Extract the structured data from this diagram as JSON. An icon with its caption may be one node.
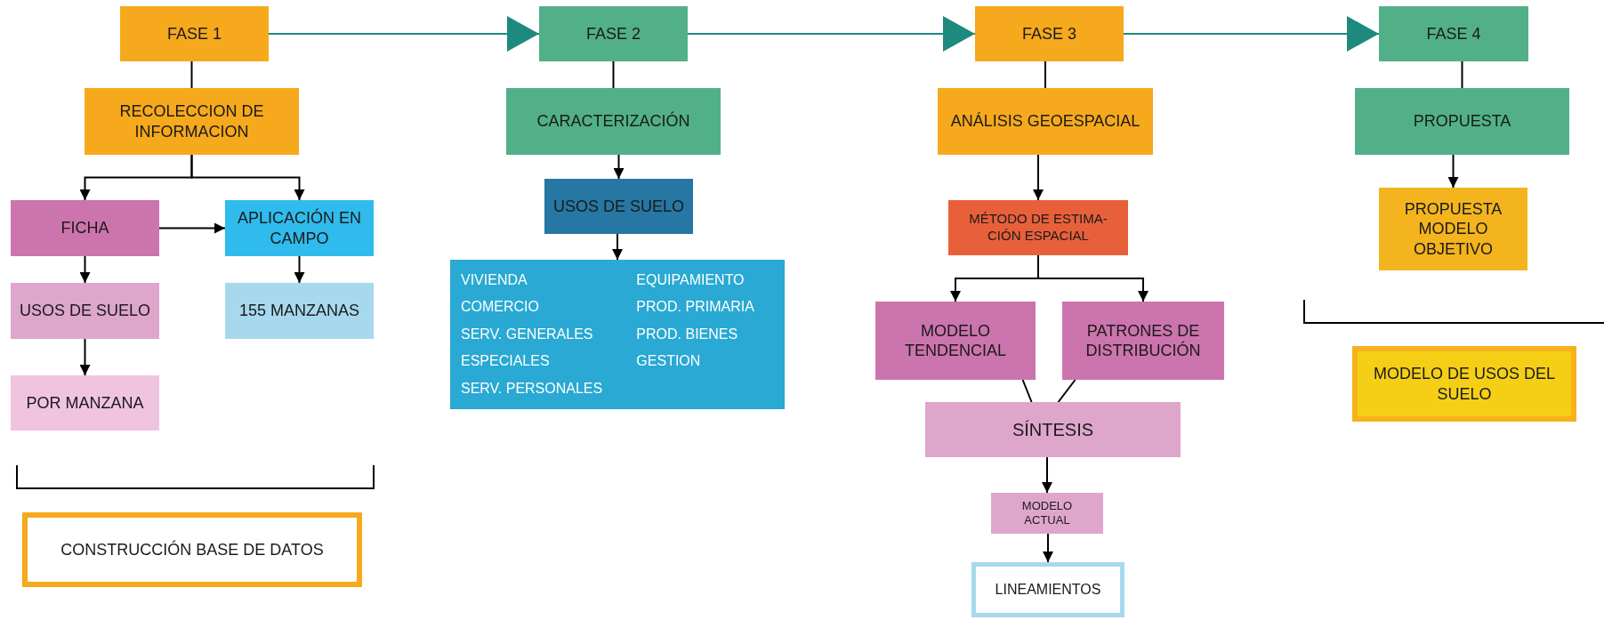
{
  "diagram": {
    "nodes": [
      {
        "text": [
          "FASE 1"
        ]
      },
      {
        "text": [
          "RECOLECCION DE INFORMACION"
        ]
      },
      {
        "text": [
          "FICHA"
        ]
      },
      {
        "text": [
          "APLICACIÓN EN CAMPO"
        ]
      },
      {
        "text": [
          "USOS DE SUELO"
        ]
      },
      {
        "text": [
          "155 MANZANAS"
        ]
      },
      {
        "text": [
          "POR MANZANA"
        ]
      },
      {
        "text": [
          "CONSTRUCCIÓN BASE DE DATOS"
        ]
      },
      {
        "text": [
          "FASE 2"
        ]
      },
      {
        "text": [
          "CARACTERIZACIÓN"
        ]
      },
      {
        "text": [
          "USOS DE SUELO"
        ]
      },
      {
        "text": [
          "VIVIENDA",
          "COMERCIO",
          "SERV. GENERALES",
          "ESPECIALES",
          "SERV. PERSONALES",
          "EQUIPAMIENTO",
          "PROD. PRIMARIA",
          "PROD. BIENES",
          "GESTION"
        ]
      },
      {
        "text": [
          "FASE 3"
        ]
      },
      {
        "text": [
          "ANÁLISIS GEOESPACIAL"
        ]
      },
      {
        "text": [
          "MÉTODO DE ESTIMA- CIÓN ESPACIAL"
        ]
      },
      {
        "text": [
          "MODELO TENDENCIAL"
        ]
      },
      {
        "text": [
          "PATRONES DE DISTRIBUCIÓN"
        ]
      },
      {
        "text": [
          "SÍNTESIS"
        ]
      },
      {
        "text": [
          "MODELO ACTUAL"
        ]
      },
      {
        "text": [
          "LINEAMIENTOS"
        ]
      },
      {
        "text": [
          "FASE 4"
        ]
      },
      {
        "text": [
          "PROPUESTA"
        ]
      },
      {
        "text": [
          "PROPUESTA MODELO OBJETIVO"
        ]
      },
      {
        "text": [
          "MODELO DE USOS DEL SUELO"
        ]
      }
    ],
    "edges": [
      {
        "from": 0,
        "to": 1,
        "arrow": "none"
      },
      {
        "from": 1,
        "to": 2,
        "arrow": "to"
      },
      {
        "from": 1,
        "to": 3,
        "arrow": "to"
      },
      {
        "from": 2,
        "to": 3,
        "arrow": "to"
      },
      {
        "from": 2,
        "to": 4,
        "arrow": "to"
      },
      {
        "from": 3,
        "to": 5,
        "arrow": "to"
      },
      {
        "from": 4,
        "to": 6,
        "arrow": "to"
      },
      {
        "from": 0,
        "to": 8,
        "arrow": "to",
        "color": "#1e8a7e"
      },
      {
        "from": 8,
        "to": 9,
        "arrow": "none"
      },
      {
        "from": 9,
        "to": 10,
        "arrow": "to"
      },
      {
        "from": 10,
        "to": 11,
        "arrow": "to"
      },
      {
        "from": 8,
        "to": 12,
        "arrow": "to",
        "color": "#1e8a7e"
      },
      {
        "from": 12,
        "to": 13,
        "arrow": "none"
      },
      {
        "from": 13,
        "to": 14,
        "arrow": "to"
      },
      {
        "from": 14,
        "to": 15,
        "arrow": "to"
      },
      {
        "from": 14,
        "to": 16,
        "arrow": "to"
      },
      {
        "from": 15,
        "to": 17,
        "arrow": "none"
      },
      {
        "from": 16,
        "to": 17,
        "arrow": "none"
      },
      {
        "from": 17,
        "to": 18,
        "arrow": "to"
      },
      {
        "from": 18,
        "to": 19,
        "arrow": "to"
      },
      {
        "from": 12,
        "to": 20,
        "arrow": "to",
        "color": "#1e8a7e"
      },
      {
        "from": 20,
        "to": 21,
        "arrow": "none"
      },
      {
        "from": 21,
        "to": 22,
        "arrow": "to"
      }
    ]
  }
}
